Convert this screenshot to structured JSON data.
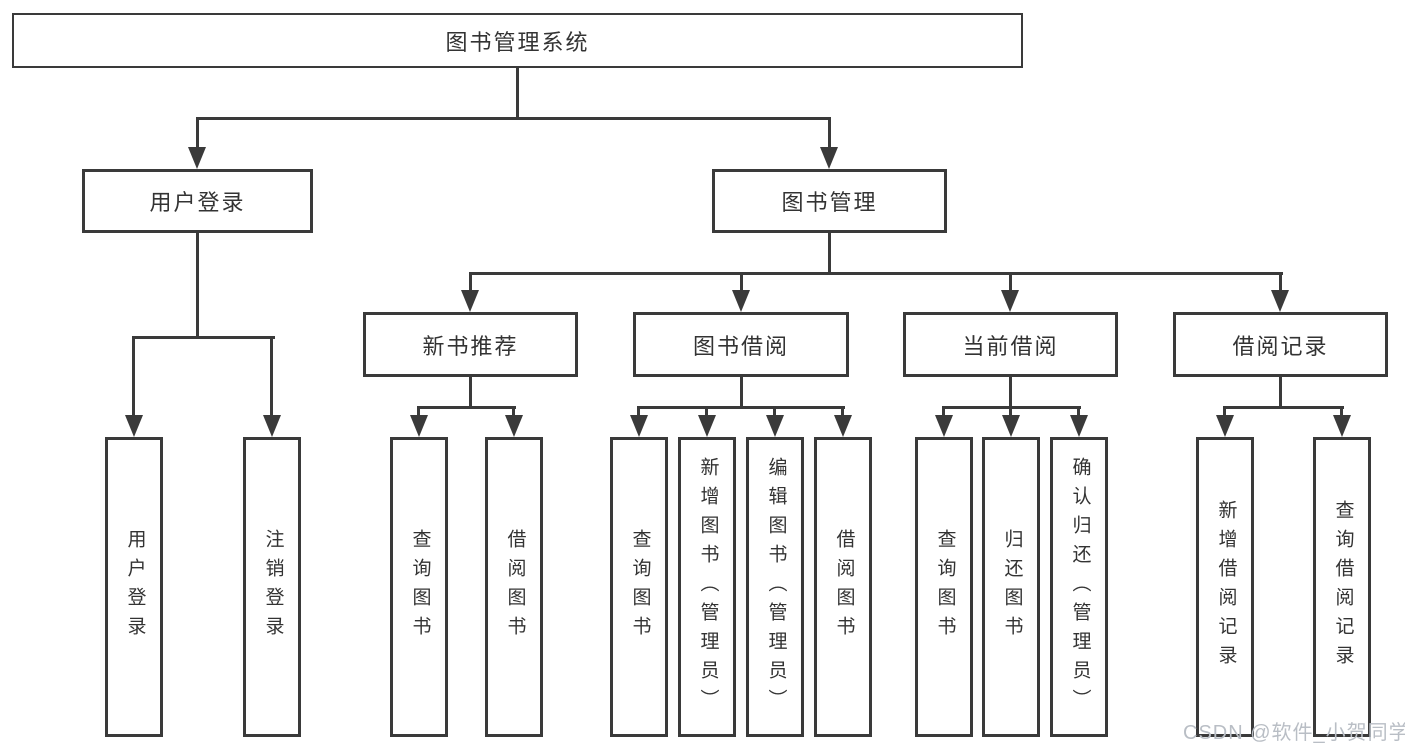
{
  "diagram_type": "hierarchy-tree",
  "root": {
    "label": "图书管理系统",
    "children": [
      {
        "label": "用户登录",
        "children": [
          {
            "label": "用户登录"
          },
          {
            "label": "注销登录"
          }
        ]
      },
      {
        "label": "图书管理",
        "children": [
          {
            "label": "新书推荐",
            "children": [
              {
                "label": "查询图书"
              },
              {
                "label": "借阅图书"
              }
            ]
          },
          {
            "label": "图书借阅",
            "children": [
              {
                "label": "查询图书"
              },
              {
                "label": "新增图书（管理员）"
              },
              {
                "label": "编辑图书（管理员）"
              },
              {
                "label": "借阅图书"
              }
            ]
          },
          {
            "label": "当前借阅",
            "children": [
              {
                "label": "查询图书"
              },
              {
                "label": "归还图书"
              },
              {
                "label": "确认归还（管理员）"
              }
            ]
          },
          {
            "label": "借阅记录",
            "children": [
              {
                "label": "新增借阅记录"
              },
              {
                "label": "查询借阅记录"
              }
            ]
          }
        ]
      }
    ]
  },
  "watermark": {
    "text": "CSDN @软件_小贺同学"
  },
  "colors": {
    "line": "#3a3a3a",
    "text": "#333333",
    "watermark_text": "#b9bec5",
    "background": "#ffffff"
  }
}
